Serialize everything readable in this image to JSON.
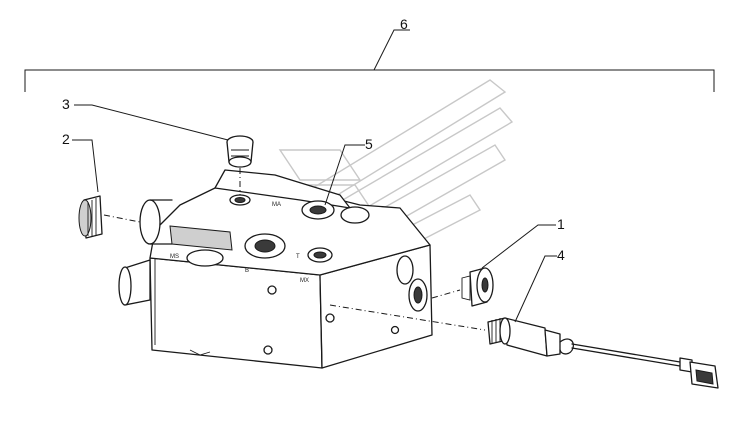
{
  "diagram": {
    "callouts": [
      {
        "id": "c1",
        "label": "1"
      },
      {
        "id": "c2",
        "label": "2"
      },
      {
        "id": "c3",
        "label": "3"
      },
      {
        "id": "c4",
        "label": "4"
      },
      {
        "id": "c5",
        "label": "5"
      },
      {
        "id": "c6",
        "label": "6"
      }
    ],
    "port_labels": {
      "top_port": "MA",
      "side_port": "MS",
      "port_b": "B",
      "port_t": "T",
      "port_mx": "MX"
    },
    "colors": {
      "line": "#1a1a1a",
      "background": "#ffffff",
      "watermark": "#c8c8c8"
    }
  }
}
